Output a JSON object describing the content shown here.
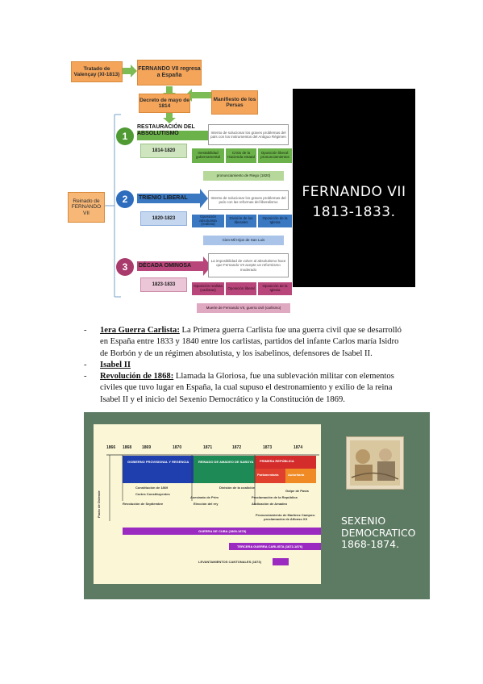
{
  "diagram": {
    "tratado": "Tratado de Valençay (XI-1813)",
    "fernando_regresa": "FERNANDO VII regresa a España",
    "decreto": "Decreto de mayo de 1814",
    "manifiesto": "Manifiesto de los Persas",
    "reinado": "Reinado de FERNANDO VII",
    "stages": [
      {
        "number": "1",
        "title": "RESTAURACIÓN DEL ABSOLUTISMO",
        "years": "1814-1820",
        "desc": "Intento de solucionar los graves problemas del país con los instrumentos del Antiguo Régimen",
        "sub": [
          "Inestabilidad gubernamental",
          "Crisis de la Hacienda estatal",
          "Oposición liberal: pronunciamientos"
        ],
        "result": "pronunciamiento de Riego (1820)"
      },
      {
        "number": "2",
        "title": "TRIENIO LIBERAL",
        "years": "1820-1823",
        "desc": "Intento de solucionar los graves problemas del país con las reformas del liberalismo",
        "sub": [
          "Oposición absolutista (realista)",
          "División de los liberales",
          "Oposición de la Iglesia"
        ],
        "result": "Cien Mil Hijos de San Luis"
      },
      {
        "number": "3",
        "title": "DÉCADA OMINOSA",
        "years": "1823-1833",
        "desc": "La imposibilidad de volver al absolutismo hace que Fernando VII acepte un reformismo moderado",
        "sub": [
          "Oposición realista (carlistas)",
          "Oposición liberal",
          "Oposición de la Iglesia"
        ],
        "result": "Muerte de Fernando VII, guerra civil (carlismo)"
      }
    ]
  },
  "black_panel": {
    "line1": "FERNANDO VII",
    "line2": "1813-1833."
  },
  "list": [
    {
      "dash": "-",
      "head": "1era Guerra Carlista:",
      "text": " La Primera guerra Carlista fue una guerra civil que se desarrolló en España entre 1833 y 1840 entre los carlistas, partidos del infante Carlos maría Isidro de Borbón y de un régimen absolutista, y los isabelinos, defensores de Isabel II."
    },
    {
      "dash": "-",
      "head": "Isabel II",
      "text": ""
    },
    {
      "dash": "-",
      "head": "Revolución de 1868:",
      "text": " Llamada la Gloriosa, fue una sublevación militar con elementos civiles que tuvo lugar en España, la cual supuso el destronamiento y exilio de la reina Isabel II y el inicio del Sexenio Democrático y la Constitución de 1869."
    }
  ],
  "sexenio": {
    "line1": "SEXENIO",
    "line2": "DEMOCRATICO",
    "line3": "1868-1874."
  },
  "timeline": {
    "years": [
      "1866",
      "1868",
      "1869",
      "1870",
      "1871",
      "1872",
      "1873",
      "1874"
    ],
    "blocks": [
      "GOBIERNO PROVISIONAL Y REGENCIA",
      "REINADO DE AMADEO DE SABOYA",
      "PRIMERA REPÚBLICA",
      "Parlamentaria",
      "Autoritaria"
    ],
    "events": [
      "Pacto de Ostende",
      "Constitución de 1869",
      "Cortes Constituyentes",
      "Revolución de Septiembre",
      "Asesinato de Prim",
      "Elección del rey",
      "División de la coalición",
      "Proclamación de la República",
      "Abdicación de Amadeo",
      "Golpe de Pavía",
      "Pronunciamiento de Martínez Campos: proclamación de Alfonso XII"
    ],
    "wars": [
      "GUERRA DE CUBA (1868-1878)",
      "TERCERA GUERRA CARLISTA (1872-1876)",
      "LEVANTAMIENTOS CANTONALES (1873)"
    ]
  }
}
